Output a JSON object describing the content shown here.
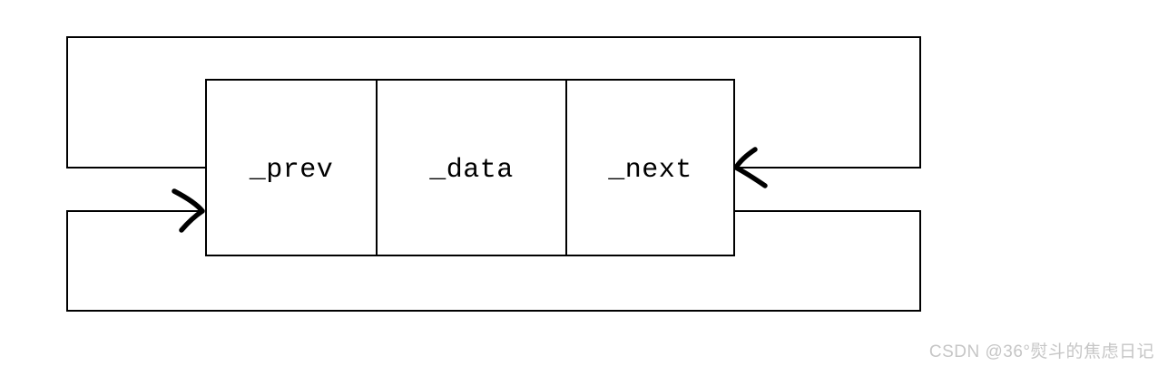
{
  "node": {
    "cells": [
      {
        "id": "prev",
        "label": "_prev"
      },
      {
        "id": "data",
        "label": "_data"
      },
      {
        "id": "next",
        "label": "_next"
      }
    ]
  },
  "arrows": [
    {
      "id": "into-prev",
      "icon": "right-chevron-arrowhead",
      "direction": "right"
    },
    {
      "id": "into-next",
      "icon": "left-chevron-arrowhead",
      "direction": "left"
    }
  ],
  "watermark": {
    "text": "CSDN @36°熨斗的焦虑日记"
  },
  "colors": {
    "line": "#000000",
    "background": "#ffffff",
    "watermark": "#c6c6c6"
  }
}
